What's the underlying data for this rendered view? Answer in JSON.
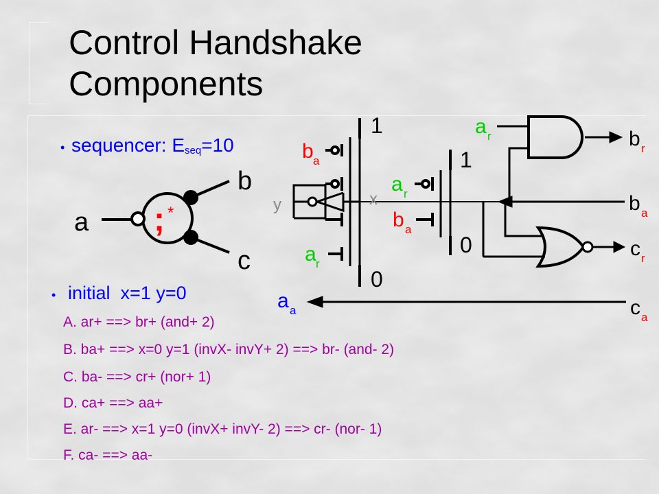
{
  "title": {
    "line1": "Control Handshake",
    "line2": "Components"
  },
  "bullets": {
    "sequencer_prefix": "sequencer: E",
    "sequencer_sub": "seq",
    "sequencer_suffix": "=10",
    "initial": "initial  x=1 y=0"
  },
  "symbol": {
    "a": "a",
    "b": "b",
    "c": "c",
    "seq": ";",
    "star": "*"
  },
  "circuit": {
    "one_left": "1",
    "zero_left": "0",
    "one_right": "1",
    "zero_right": "0",
    "x": "x",
    "y": "y",
    "ar_main": "a",
    "ar_sub": "r",
    "ba_main": "b",
    "ba_sub": "a",
    "br_main": "b",
    "br_sub": "r",
    "cr_main": "c",
    "cr_sub": "r",
    "ca_main": "c",
    "ca_sub": "a",
    "aa_main": "a",
    "aa_sub": "a"
  },
  "steps": [
    "A. ar+ ==> br+ (and+ 2)",
    "B. ba+ ==> x=0 y=1 (invX- invY+ 2) ==> br- (and- 2)",
    "C. ba- ==> cr+ (nor+ 1)",
    "D. ca+ ==> aa+",
    "E. ar- ==> x=1 y=0 (invX+ invY- 2) ==> cr- (nor- 1)",
    "F. ca- ==> aa-"
  ],
  "colors": {
    "bullet": "#0000ff",
    "steps": "#a000a0",
    "green": "#00cc00",
    "red": "#ff0000",
    "blue": "#0000ff"
  }
}
